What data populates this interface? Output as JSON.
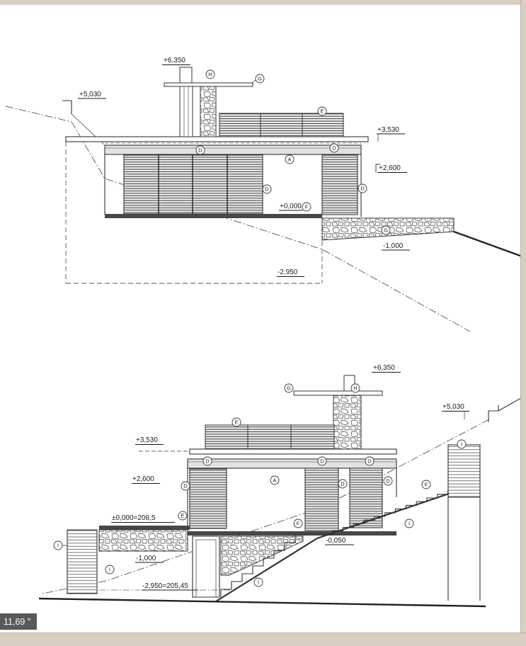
{
  "viewer": {
    "paper_width": "11,69 \""
  },
  "markers": {
    "a": "A",
    "d": "D",
    "e": "E",
    "f": "F",
    "g": "G",
    "h": "H",
    "i": "I"
  },
  "top": {
    "levels": {
      "p6350": "+6,350",
      "p5030": "+5,030",
      "p3530": "+3,530",
      "p2600": "+2,600",
      "p0000": "+0,000",
      "m1000": "-1,000",
      "m2950": "-2,950"
    }
  },
  "bottom": {
    "levels": {
      "p6350": "+6,350",
      "p5030": "+5,030",
      "p3530": "+3,530",
      "p2600": "+2,600",
      "z0000": "±0,000=208,5",
      "m0050": "-0,050",
      "m1000": "-1,000",
      "m2950": "-2,950=205,45"
    }
  }
}
